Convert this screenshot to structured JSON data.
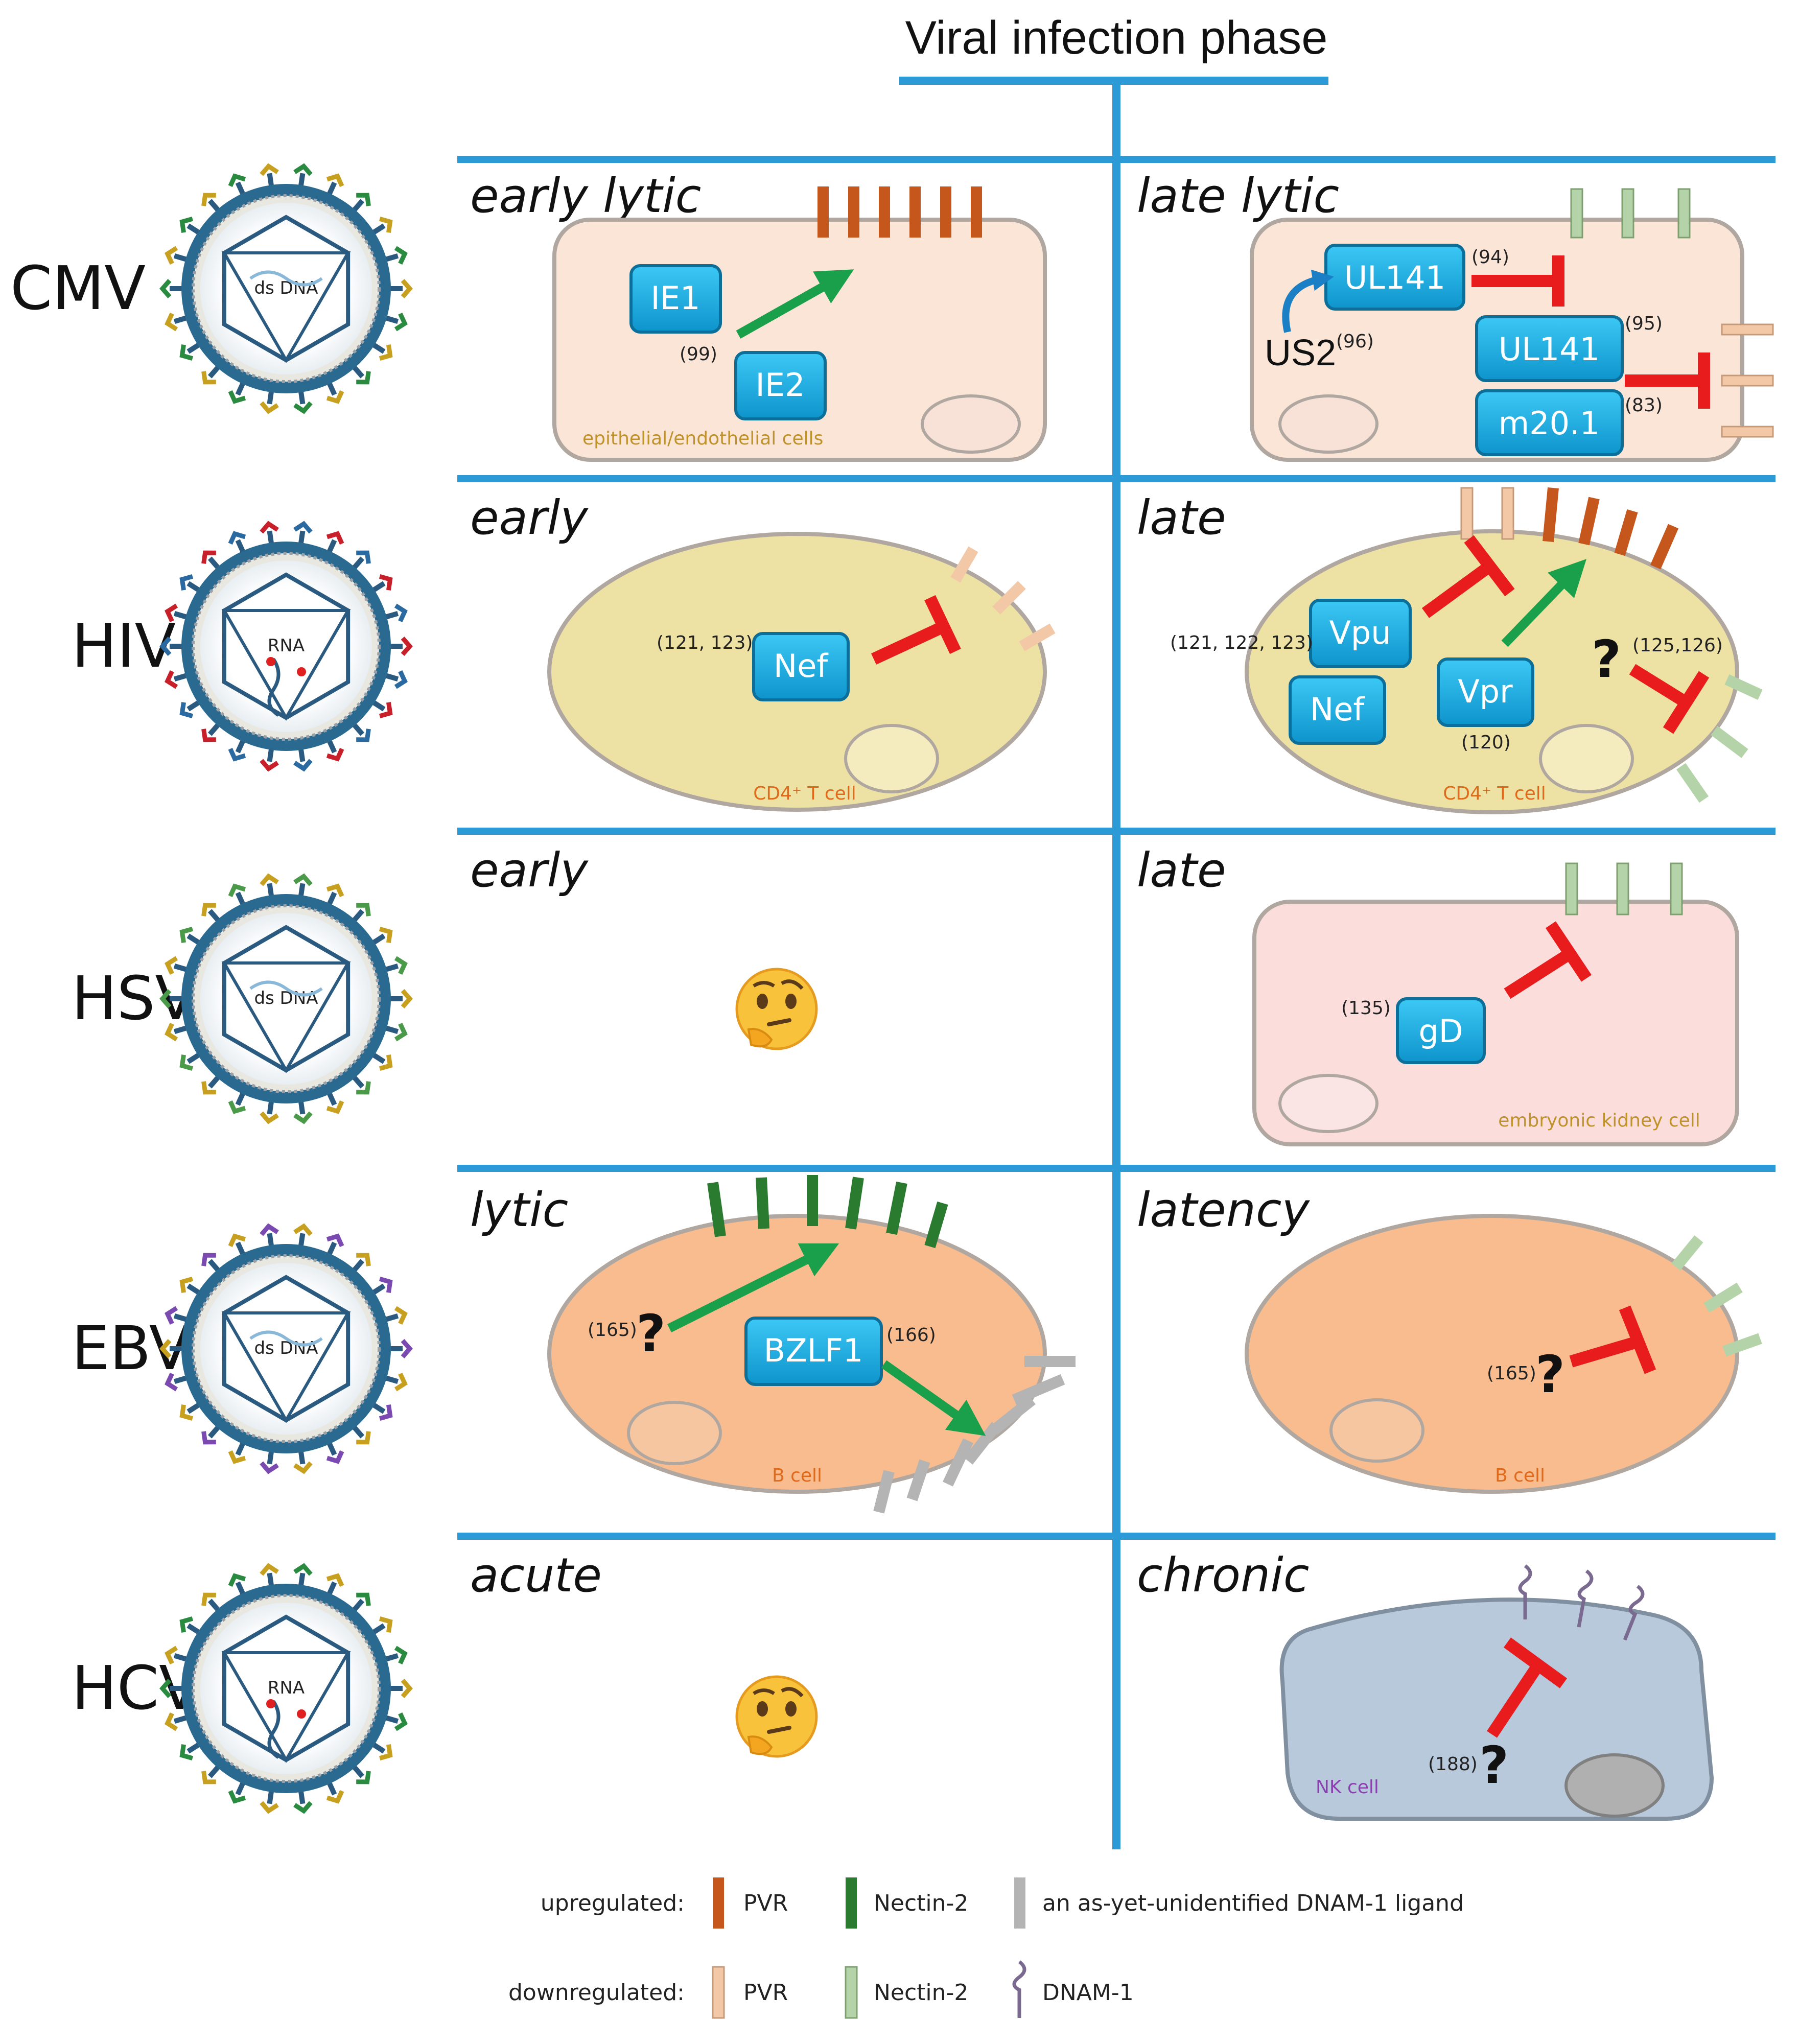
{
  "title": "Viral infection phase",
  "viruses": [
    {
      "name": "CMV",
      "genome": "ds DNA"
    },
    {
      "name": "HIV",
      "genome": "RNA"
    },
    {
      "name": "HSV",
      "genome": "ds DNA"
    },
    {
      "name": "EBV",
      "genome": "ds DNA"
    },
    {
      "name": "HCV",
      "genome": "RNA"
    }
  ],
  "phases": {
    "cmv_early": "early lytic",
    "cmv_late": "late lytic",
    "hiv_early": "early",
    "hiv_late": "late",
    "hsv_early": "early",
    "hsv_late": "late",
    "ebv_early": "lytic",
    "ebv_late": "latency",
    "hcv_early": "acute",
    "hcv_late": "chronic"
  },
  "cells": {
    "epithelial": "epithelial/endothelial cells",
    "cd4_t": "CD4⁺ T cell",
    "embryonic_kidney": "embryonic kidney cell",
    "b_cell": "B cell",
    "nk_cell": "NK cell"
  },
  "proteins": {
    "ie1": "IE1",
    "ie2": "IE2",
    "ul141_a": "UL141",
    "ul141_b": "UL141",
    "m20": "m20.1",
    "us2": "US2",
    "nef_early": "Nef",
    "vpu": "Vpu",
    "nef_late": "Nef",
    "vpr": "Vpr",
    "gd": "gD",
    "bzlf1": "BZLF1"
  },
  "refs": {
    "r99": "(99)",
    "r94": "(94)",
    "r96": "(96)",
    "r95": "(95)",
    "r83": "(83)",
    "r121_123": "(121, 123)",
    "r121_122_123": "(121, 122, 123)",
    "r120": "(120)",
    "r125_126": "(125,126)",
    "r135": "(135)",
    "r165_a": "(165)",
    "r166": "(166)",
    "r165_b": "(165)",
    "r188": "(188)"
  },
  "unknown_mark": "?",
  "legend": {
    "upregulated": "upregulated:",
    "downregulated": "downregulated:",
    "pvr": "PVR",
    "nectin2": "Nectin-2",
    "unknown_ligand": "an as-yet-unidentified DNAM-1 ligand",
    "dnam1": "DNAM-1"
  },
  "colors": {
    "divider": "#2b9ad6",
    "protein_box": "#16aee6",
    "inhibit": "#e81c1c",
    "activate": "#1aa04a",
    "pvr_up": "#c5561c",
    "pvr_down": "#f3c8a6",
    "nectin_up": "#2a7a30",
    "nectin_down": "#b5d3a8",
    "ligand_grey": "#b4b4b4",
    "dnam1": "#7a6a90"
  }
}
